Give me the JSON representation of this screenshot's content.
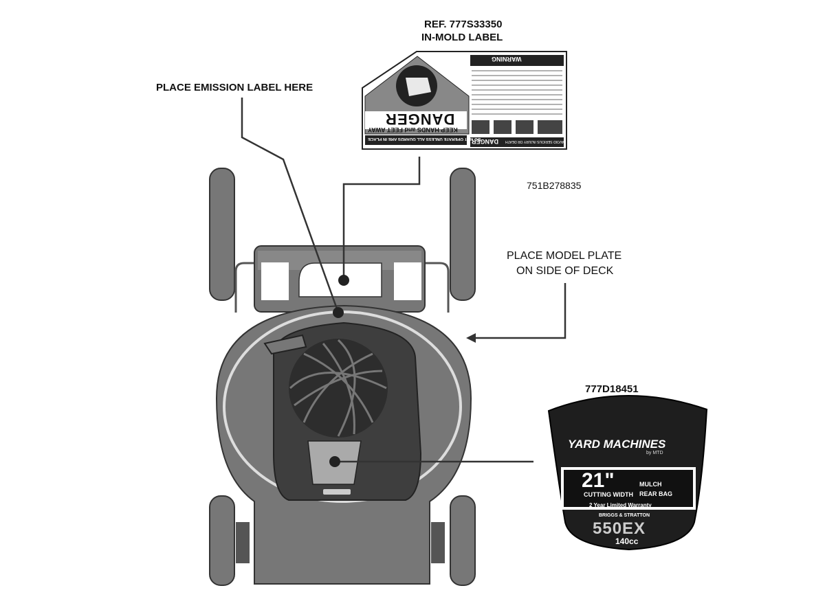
{
  "labels": {
    "ref_label": "REF. 777S33350",
    "in_mold_label": "IN-MOLD LABEL",
    "emission": "PLACE EMISSION LABEL HERE",
    "part_751": "751B278835",
    "model_plate_line1": "PLACE MODEL PLATE",
    "model_plate_line2": "ON SIDE OF DECK",
    "part_777d": "777D18451"
  },
  "danger_label": {
    "header": "DANGER",
    "header_note": "AVOID SERIOUS INJURY OR DEATH",
    "warning": "WARNING",
    "danger_big": "DANGER",
    "keep_hands": "KEEP HANDS and FEET AWAY",
    "footer": "DO NOT OPERATE UNLESS ALL GUARDS ARE IN PLACE"
  },
  "decal": {
    "brand": "YARD MACHINES",
    "brand_sub": "by MTD",
    "size": "21\"",
    "cutting": "CUTTING WIDTH",
    "mulch": "MULCH",
    "rear_bag": "REAR BAG",
    "warranty": "2 Year Limited Warranty",
    "engine_brand": "BRIGGS & STRATTON",
    "engine_model": "550EX",
    "displacement": "140cc"
  },
  "colors": {
    "line": "#333333",
    "body": "#777777",
    "dark": "#1e1e1e"
  }
}
